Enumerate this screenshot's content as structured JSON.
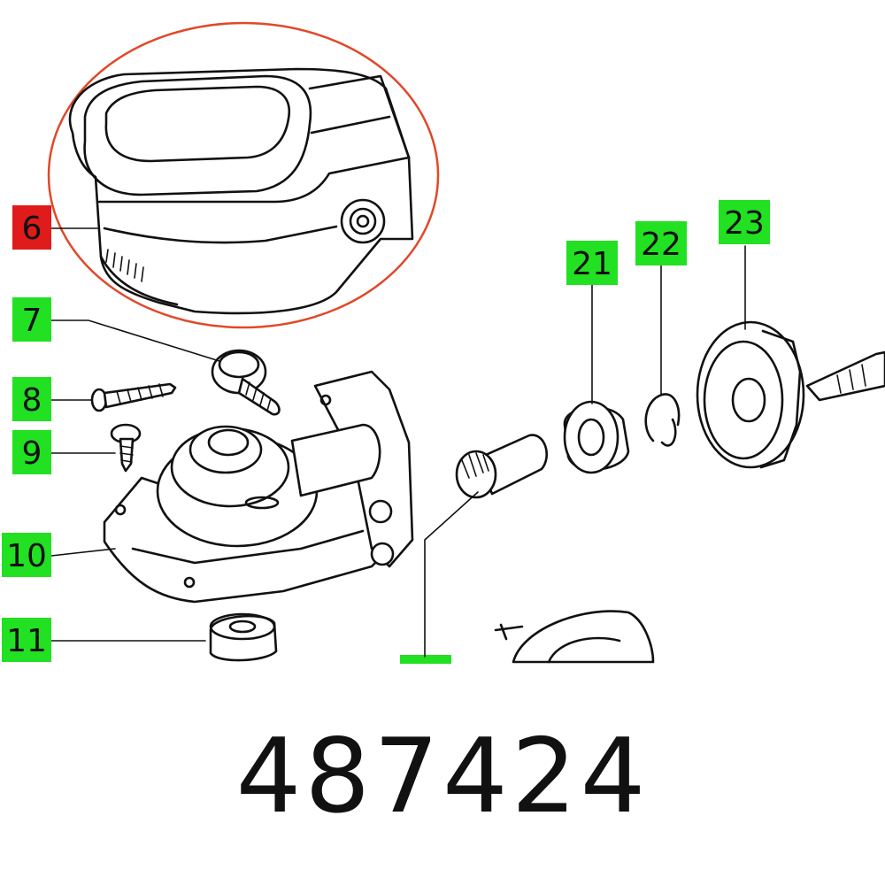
{
  "part_number": "487424",
  "highlight_ring_color": "#e0492a",
  "callouts": [
    {
      "id": "6",
      "label": "6",
      "color": "#e01b1b",
      "highlighted": true
    },
    {
      "id": "7",
      "label": "7",
      "color": "#22e022",
      "highlighted": false
    },
    {
      "id": "8",
      "label": "8",
      "color": "#22e022",
      "highlighted": false
    },
    {
      "id": "9",
      "label": "9",
      "color": "#22e022",
      "highlighted": false
    },
    {
      "id": "10",
      "label": "10",
      "color": "#22e022",
      "highlighted": false
    },
    {
      "id": "11",
      "label": "11",
      "color": "#22e022",
      "highlighted": false
    },
    {
      "id": "21",
      "label": "21",
      "color": "#22e022",
      "highlighted": false
    },
    {
      "id": "22",
      "label": "22",
      "color": "#22e022",
      "highlighted": false
    },
    {
      "id": "23",
      "label": "23",
      "color": "#22e022",
      "highlighted": false
    }
  ]
}
